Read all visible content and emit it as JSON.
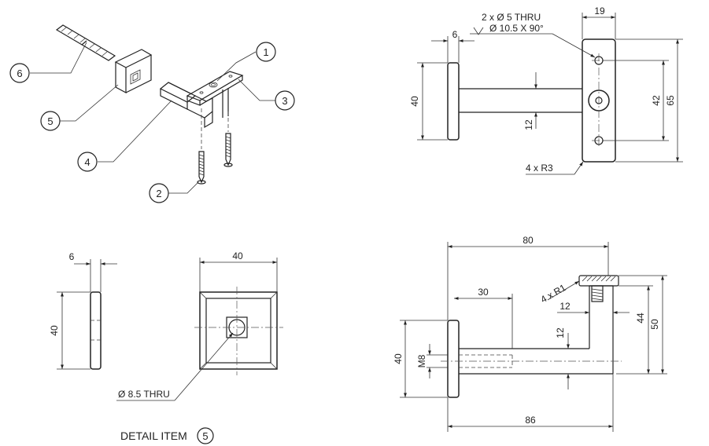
{
  "balloons": [
    {
      "id": "b1",
      "label": "1"
    },
    {
      "id": "b2",
      "label": "2"
    },
    {
      "id": "b3",
      "label": "3"
    },
    {
      "id": "b4",
      "label": "4"
    },
    {
      "id": "b5",
      "label": "5"
    },
    {
      "id": "b6",
      "label": "6"
    }
  ],
  "top_view": {
    "hole_note_line1": "2 x Ø 5 THRU",
    "hole_note_line2": "Ø 10.5 X 90°",
    "dim_width": "19",
    "dim_flange": "6",
    "dim_height_left": "40",
    "dim_rod": "12",
    "dim_hole_spacing": "42",
    "dim_height_total": "65",
    "radius_note": "4 x R3"
  },
  "detail_view": {
    "dim_thickness": "6",
    "dim_height": "40",
    "dim_width": "40",
    "hole_note": "Ø 8.5 THRU",
    "title_prefix": "DETAIL ITEM",
    "title_item": "5"
  },
  "side_view": {
    "dim_total_top": "80",
    "dim_offset": "30",
    "radius_note": "4 x R1",
    "dim_inner_h": "12",
    "dim_inner_v": "12",
    "dim_44": "44",
    "dim_50": "50",
    "dim_flange_h": "40",
    "thread": "M8",
    "dim_total_bottom": "86"
  }
}
